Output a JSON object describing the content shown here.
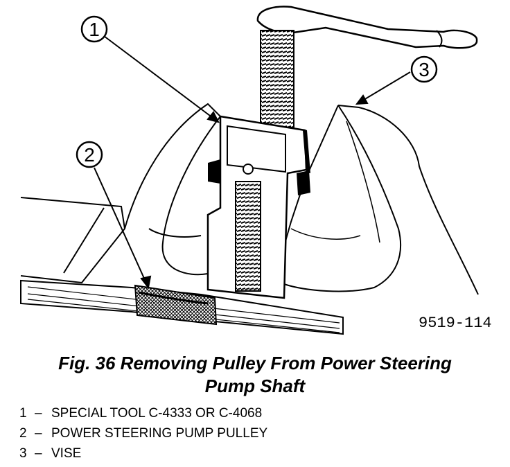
{
  "figure": {
    "callouts": [
      "1",
      "2",
      "3"
    ],
    "code": "9519-114"
  },
  "caption": {
    "line1": "Fig. 36 Removing Pulley From Power Steering",
    "line2": "Pump Shaft"
  },
  "legend": [
    {
      "num": "1",
      "dash": "–",
      "text": "SPECIAL TOOL C-4333 OR C-4068"
    },
    {
      "num": "2",
      "dash": "–",
      "text": "POWER STEERING PUMP PULLEY"
    },
    {
      "num": "3",
      "dash": "–",
      "text": "VISE"
    }
  ]
}
